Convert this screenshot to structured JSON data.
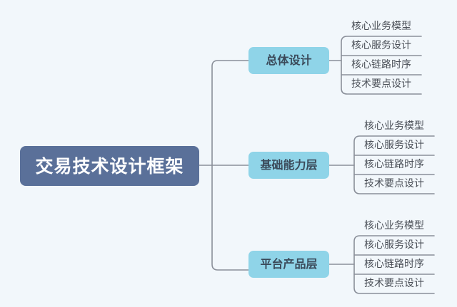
{
  "diagram": {
    "title": "交易技术设计框架",
    "background_color": "#f2f7fb",
    "root": {
      "label": "交易技术设计框架",
      "fill_color": "#5a7099",
      "text_color": "#ffffff"
    },
    "connector_color": "#8a8f99",
    "branches": [
      {
        "label": "总体设计",
        "fill_color": "#8fd4e8",
        "text_color": "#3b4a5a",
        "leaves": [
          "核心业务模型",
          "核心服务设计",
          "核心链路时序",
          "技术要点设计"
        ]
      },
      {
        "label": "基础能力层",
        "fill_color": "#8fd4e8",
        "text_color": "#3b4a5a",
        "leaves": [
          "核心业务模型",
          "核心服务设计",
          "核心链路时序",
          "技术要点设计"
        ]
      },
      {
        "label": "平台产品层",
        "fill_color": "#8fd4e8",
        "text_color": "#3b4a5a",
        "leaves": [
          "核心业务模型",
          "核心服务设计",
          "核心链路时序",
          "技术要点设计"
        ]
      }
    ]
  }
}
